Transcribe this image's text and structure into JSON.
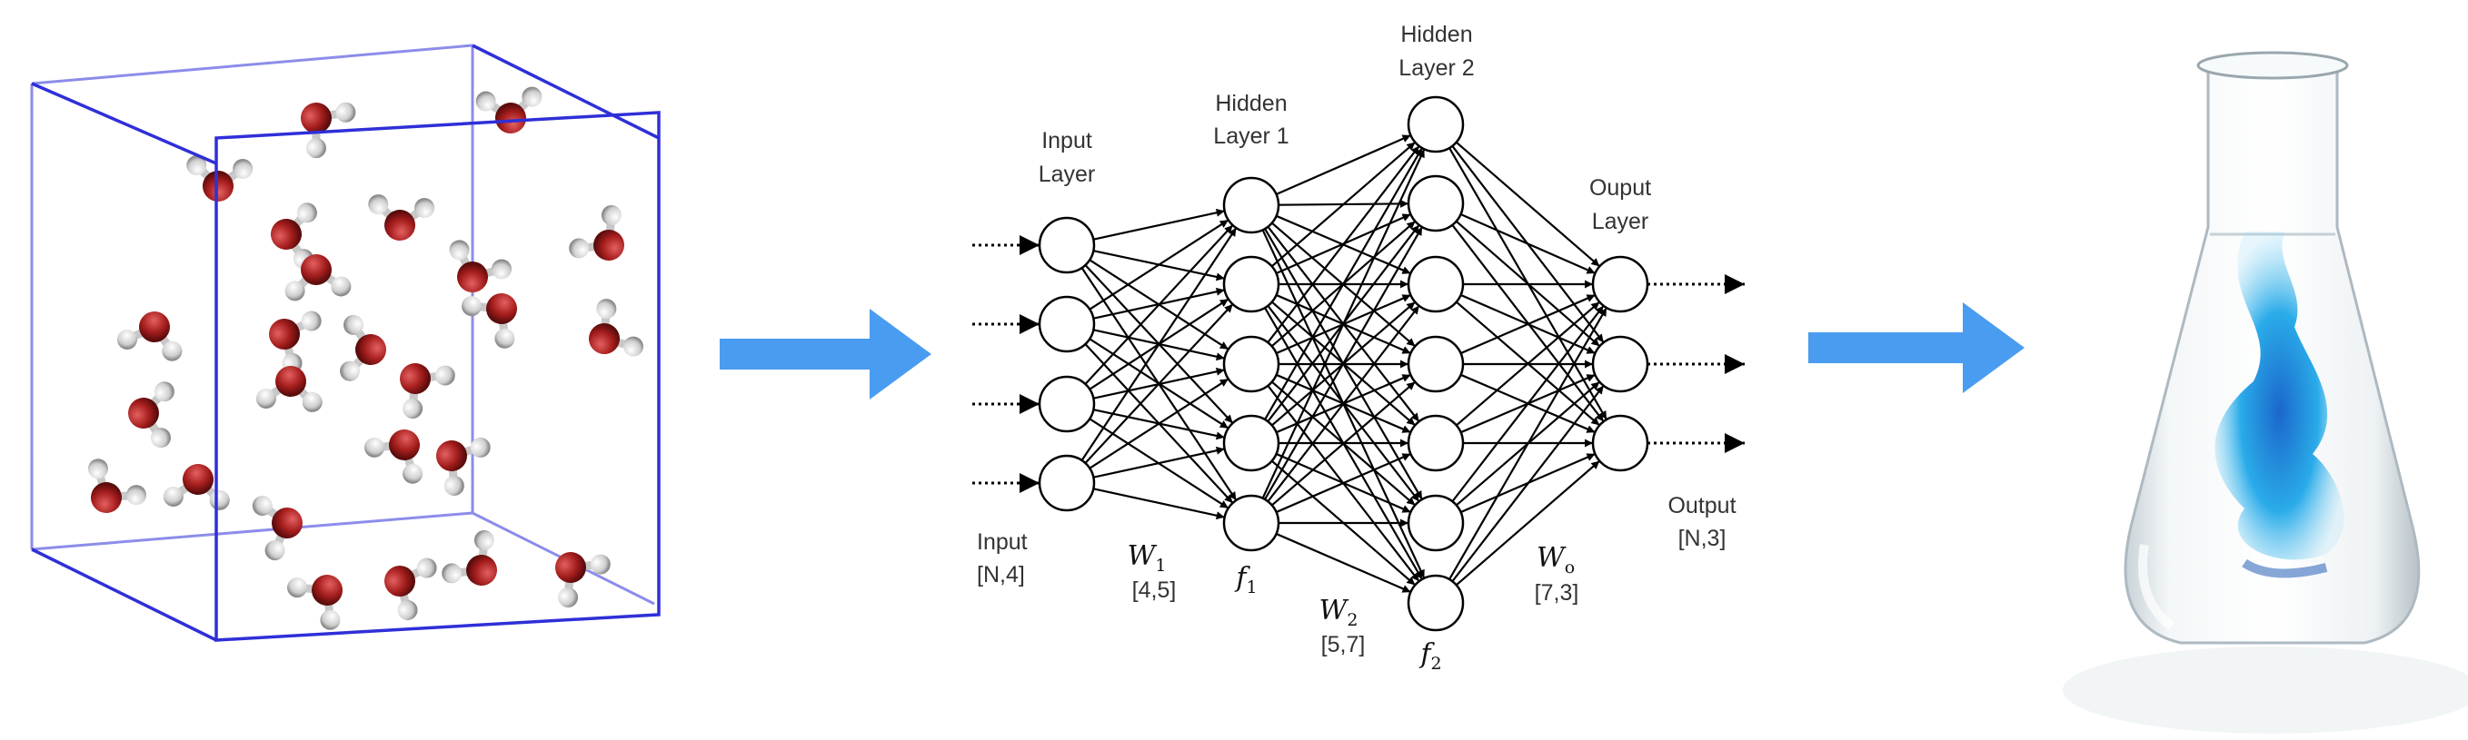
{
  "colors": {
    "box_edge": "#2f2fd8",
    "oxygen": "#a51d1d",
    "hydrogen": "#d6d6d6",
    "arrow": "#4a9cf0",
    "dye": "#1fa7e8"
  },
  "panels": {
    "left": {
      "icon": "water-molecules-box-icon"
    },
    "right": {
      "icon": "erlenmeyer-flask-with-blue-dye-icon"
    }
  },
  "network": {
    "layer_sizes": [
      4,
      5,
      7,
      3
    ],
    "labels": {
      "input_layer": [
        "Input",
        "Layer"
      ],
      "hidden1": [
        "Hidden",
        "Layer 1"
      ],
      "hidden2": [
        "Hidden",
        "Layer 2"
      ],
      "output_layer": [
        "Ouput",
        "Layer"
      ],
      "input": "Input",
      "input_shape": "[N,4]",
      "output": "Output",
      "output_shape": "[N,3]",
      "w1": {
        "sym": "W",
        "sub": "1",
        "shape": "[4,5]"
      },
      "w2": {
        "sym": "W",
        "sub": "2",
        "shape": "[5,7]"
      },
      "wo": {
        "sym": "W",
        "sub": "o",
        "shape": "[7,3]"
      },
      "f1": {
        "sym": "f",
        "sub": "1"
      },
      "f2": {
        "sym": "f",
        "sub": "2"
      }
    }
  }
}
